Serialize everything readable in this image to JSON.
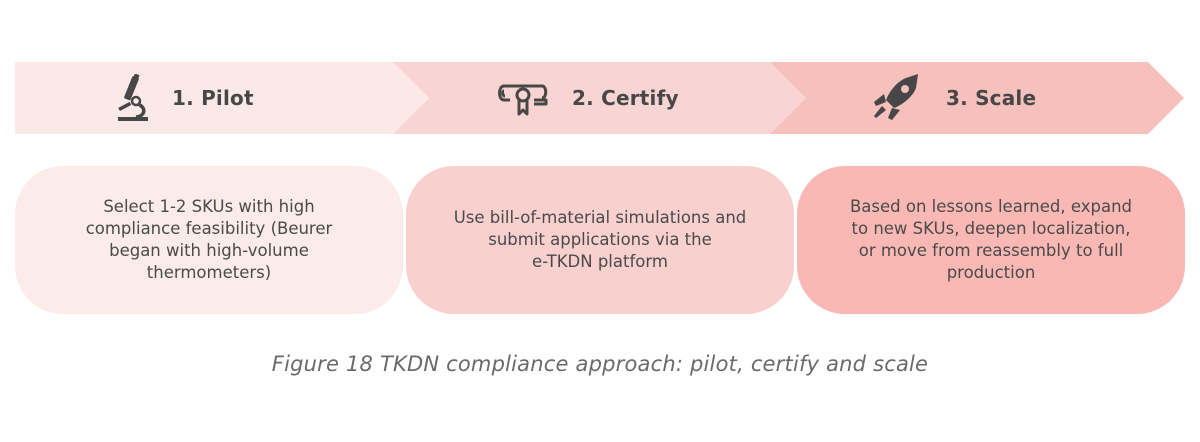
{
  "diagram": {
    "type": "process-chevron",
    "steps": [
      {
        "number": "1",
        "title": "1. Pilot",
        "icon": "microscope-icon",
        "description": "Select 1-2 SKUs with high\ncompliance feasibility (Beurer\nbegan with high-volume\nthermometers)",
        "chevron_color": "#fbe9e7",
        "card_color": "#fbebe9"
      },
      {
        "number": "2",
        "title": "2. Certify",
        "icon": "diploma-certificate-icon",
        "description": "Use bill-of-material simulations and\nsubmit applications via the\ne-TKDN platform",
        "chevron_color": "#f8d4d2",
        "card_color": "#f8d0ce"
      },
      {
        "number": "3",
        "title": "3. Scale",
        "icon": "rocket-icon",
        "description": "Based on lessons learned, expand\nto new SKUs, deepen localization,\nor move from reassembly to full\nproduction",
        "chevron_color": "#f6c0bd",
        "card_color": "#f9b8b4"
      }
    ],
    "text_color": "#474747"
  },
  "caption": "Figure 18 TKDN compliance approach: pilot, certify and scale"
}
